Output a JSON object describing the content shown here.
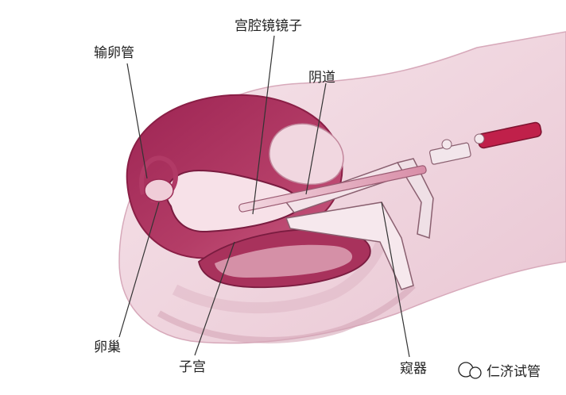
{
  "labels": {
    "fallopian_tube": "输卵管",
    "hysteroscope": "宫腔镜镜子",
    "vagina": "阴道",
    "ovary": "卵巢",
    "uterus": "子宫",
    "speculum": "窥器"
  },
  "watermark": {
    "text": "仁济试管"
  },
  "colors": {
    "uterus_wall": "#b2345f",
    "uterus_light": "#f3c9d6",
    "tissue_pink": "#eed3dc",
    "tissue_light": "#f7eaef",
    "instrument": "#c0204a",
    "outline": "#8a1f46"
  }
}
